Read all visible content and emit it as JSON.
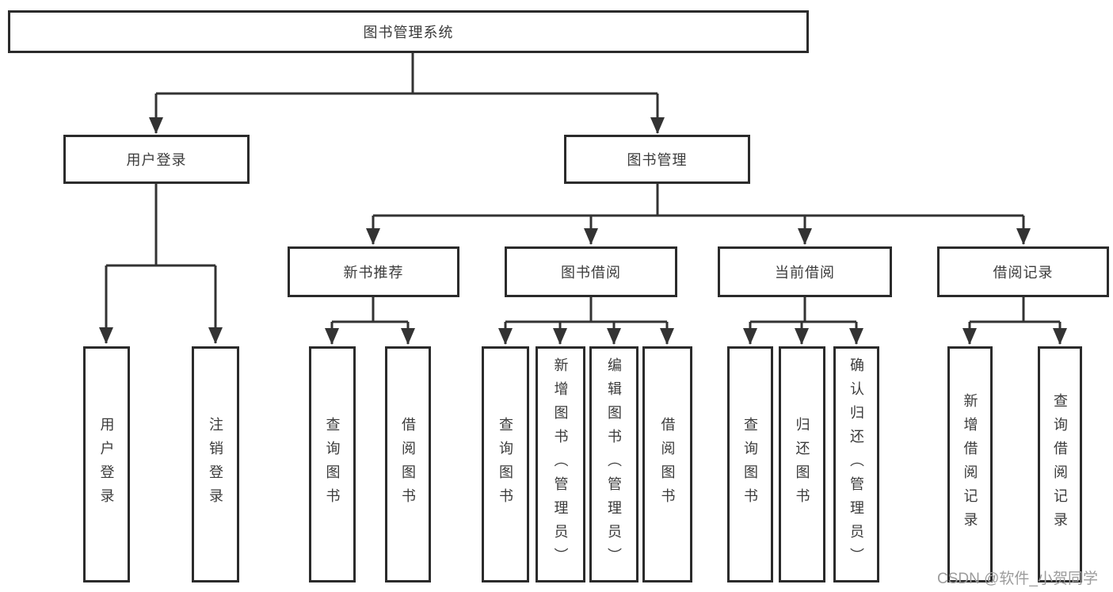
{
  "diagram": {
    "tree": {
      "label": "图书管理系统",
      "children": [
        {
          "label": "用户登录",
          "children": [
            {
              "label": "用户登录"
            },
            {
              "label": "注销登录"
            }
          ]
        },
        {
          "label": "图书管理",
          "children": [
            {
              "label": "新书推荐",
              "children": [
                {
                  "label": "查询图书"
                },
                {
                  "label": "借阅图书"
                }
              ]
            },
            {
              "label": "图书借阅",
              "children": [
                {
                  "label": "查询图书"
                },
                {
                  "label": "新增图书（管理员）"
                },
                {
                  "label": "编辑图书（管理员）"
                },
                {
                  "label": "借阅图书"
                }
              ]
            },
            {
              "label": "当前借阅",
              "children": [
                {
                  "label": "查询图书"
                },
                {
                  "label": "归还图书"
                },
                {
                  "label": "确认归还（管理员）"
                }
              ]
            },
            {
              "label": "借阅记录",
              "children": [
                {
                  "label": "新增借阅记录"
                },
                {
                  "label": "查询借阅记录"
                }
              ]
            }
          ]
        }
      ]
    },
    "watermark": "CSDN @软件_小贺同学",
    "colors": {
      "box_border": "#2b2b2b",
      "connector_line": "#333333",
      "text": "#3b3b3b",
      "watermark": "#9c9c9c",
      "background": "#ffffff"
    }
  }
}
